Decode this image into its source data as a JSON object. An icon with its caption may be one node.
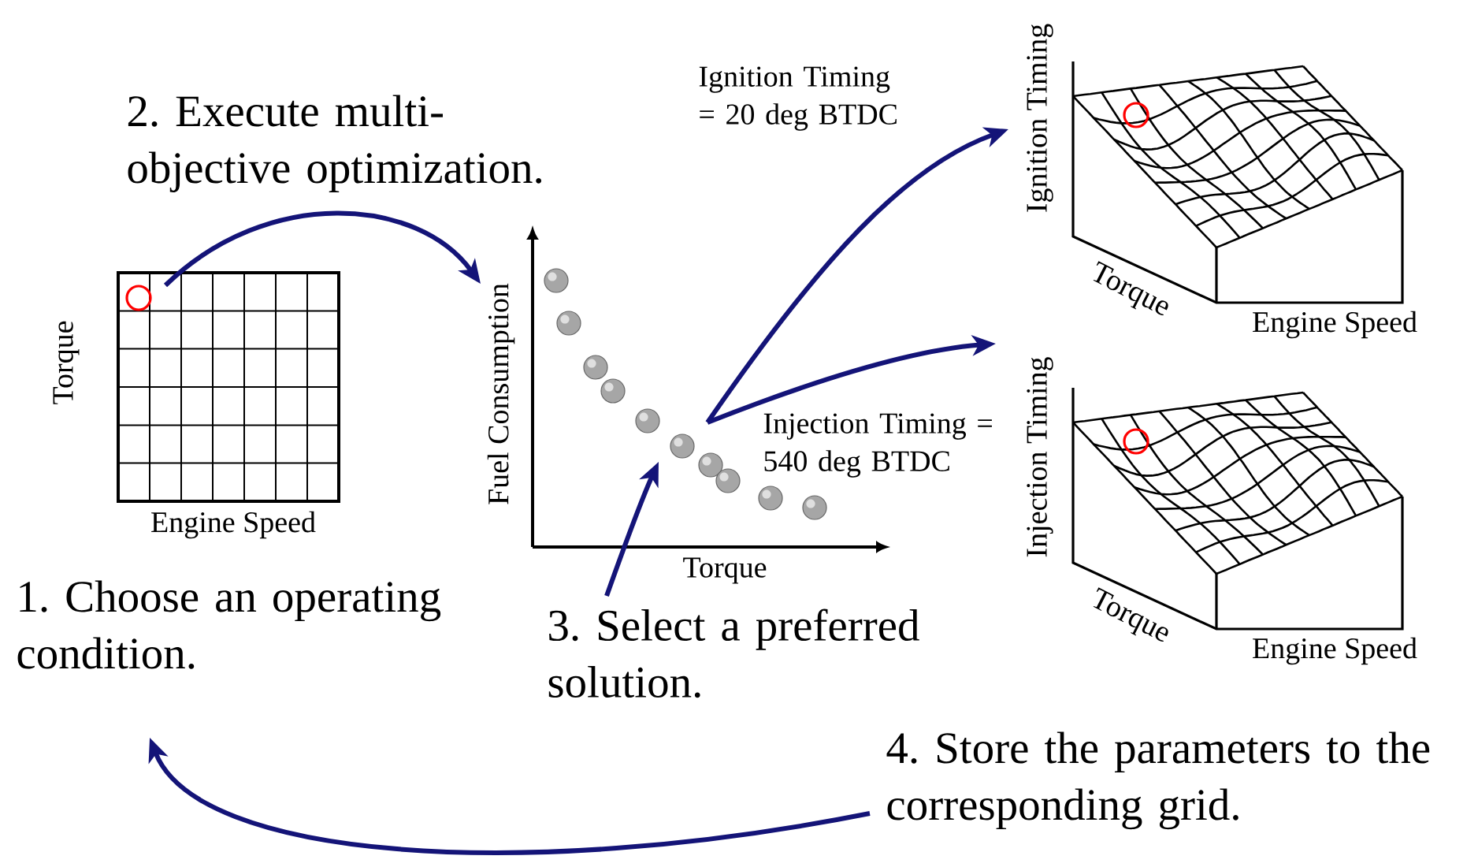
{
  "diagram": {
    "nodes": [
      {
        "text": [],
        "shape": "picture",
        "beside": [
          "Torque",
          "Engine Speed"
        ]
      },
      {
        "text": [],
        "shape": "picture",
        "beside": [
          "Fuel Consumption",
          "Torque"
        ]
      },
      {
        "text": [
          "Ignition Timing",
          "Torque",
          "Engine Speed"
        ]
      },
      {
        "text": [
          "Injection Timing",
          "Torque",
          "Engine Speed"
        ]
      },
      {
        "text": [
          "1. Choose an operating condition."
        ]
      },
      {
        "text": [
          "3. Select a preferred solution."
        ]
      },
      {
        "text": [
          "4. Store the parameters to the corresponding grid."
        ]
      }
    ],
    "edges": [
      {
        "from": 0,
        "to": 1,
        "arrow": "to"
      },
      {
        "from": 1,
        "to": 2,
        "arrow": "to",
        "label": "Ignition Timing = 20 deg BTDC"
      },
      {
        "from": 1,
        "to": 3,
        "arrow": "to",
        "label": "Injection Timing = 540 deg BTDC"
      },
      {
        "from": 5,
        "to": 1,
        "arrow": "to"
      },
      {
        "from": 6,
        "to": 4,
        "arrow": "to"
      }
    ],
    "labels": [
      "2. Execute multi-objective optimization."
    ]
  }
}
